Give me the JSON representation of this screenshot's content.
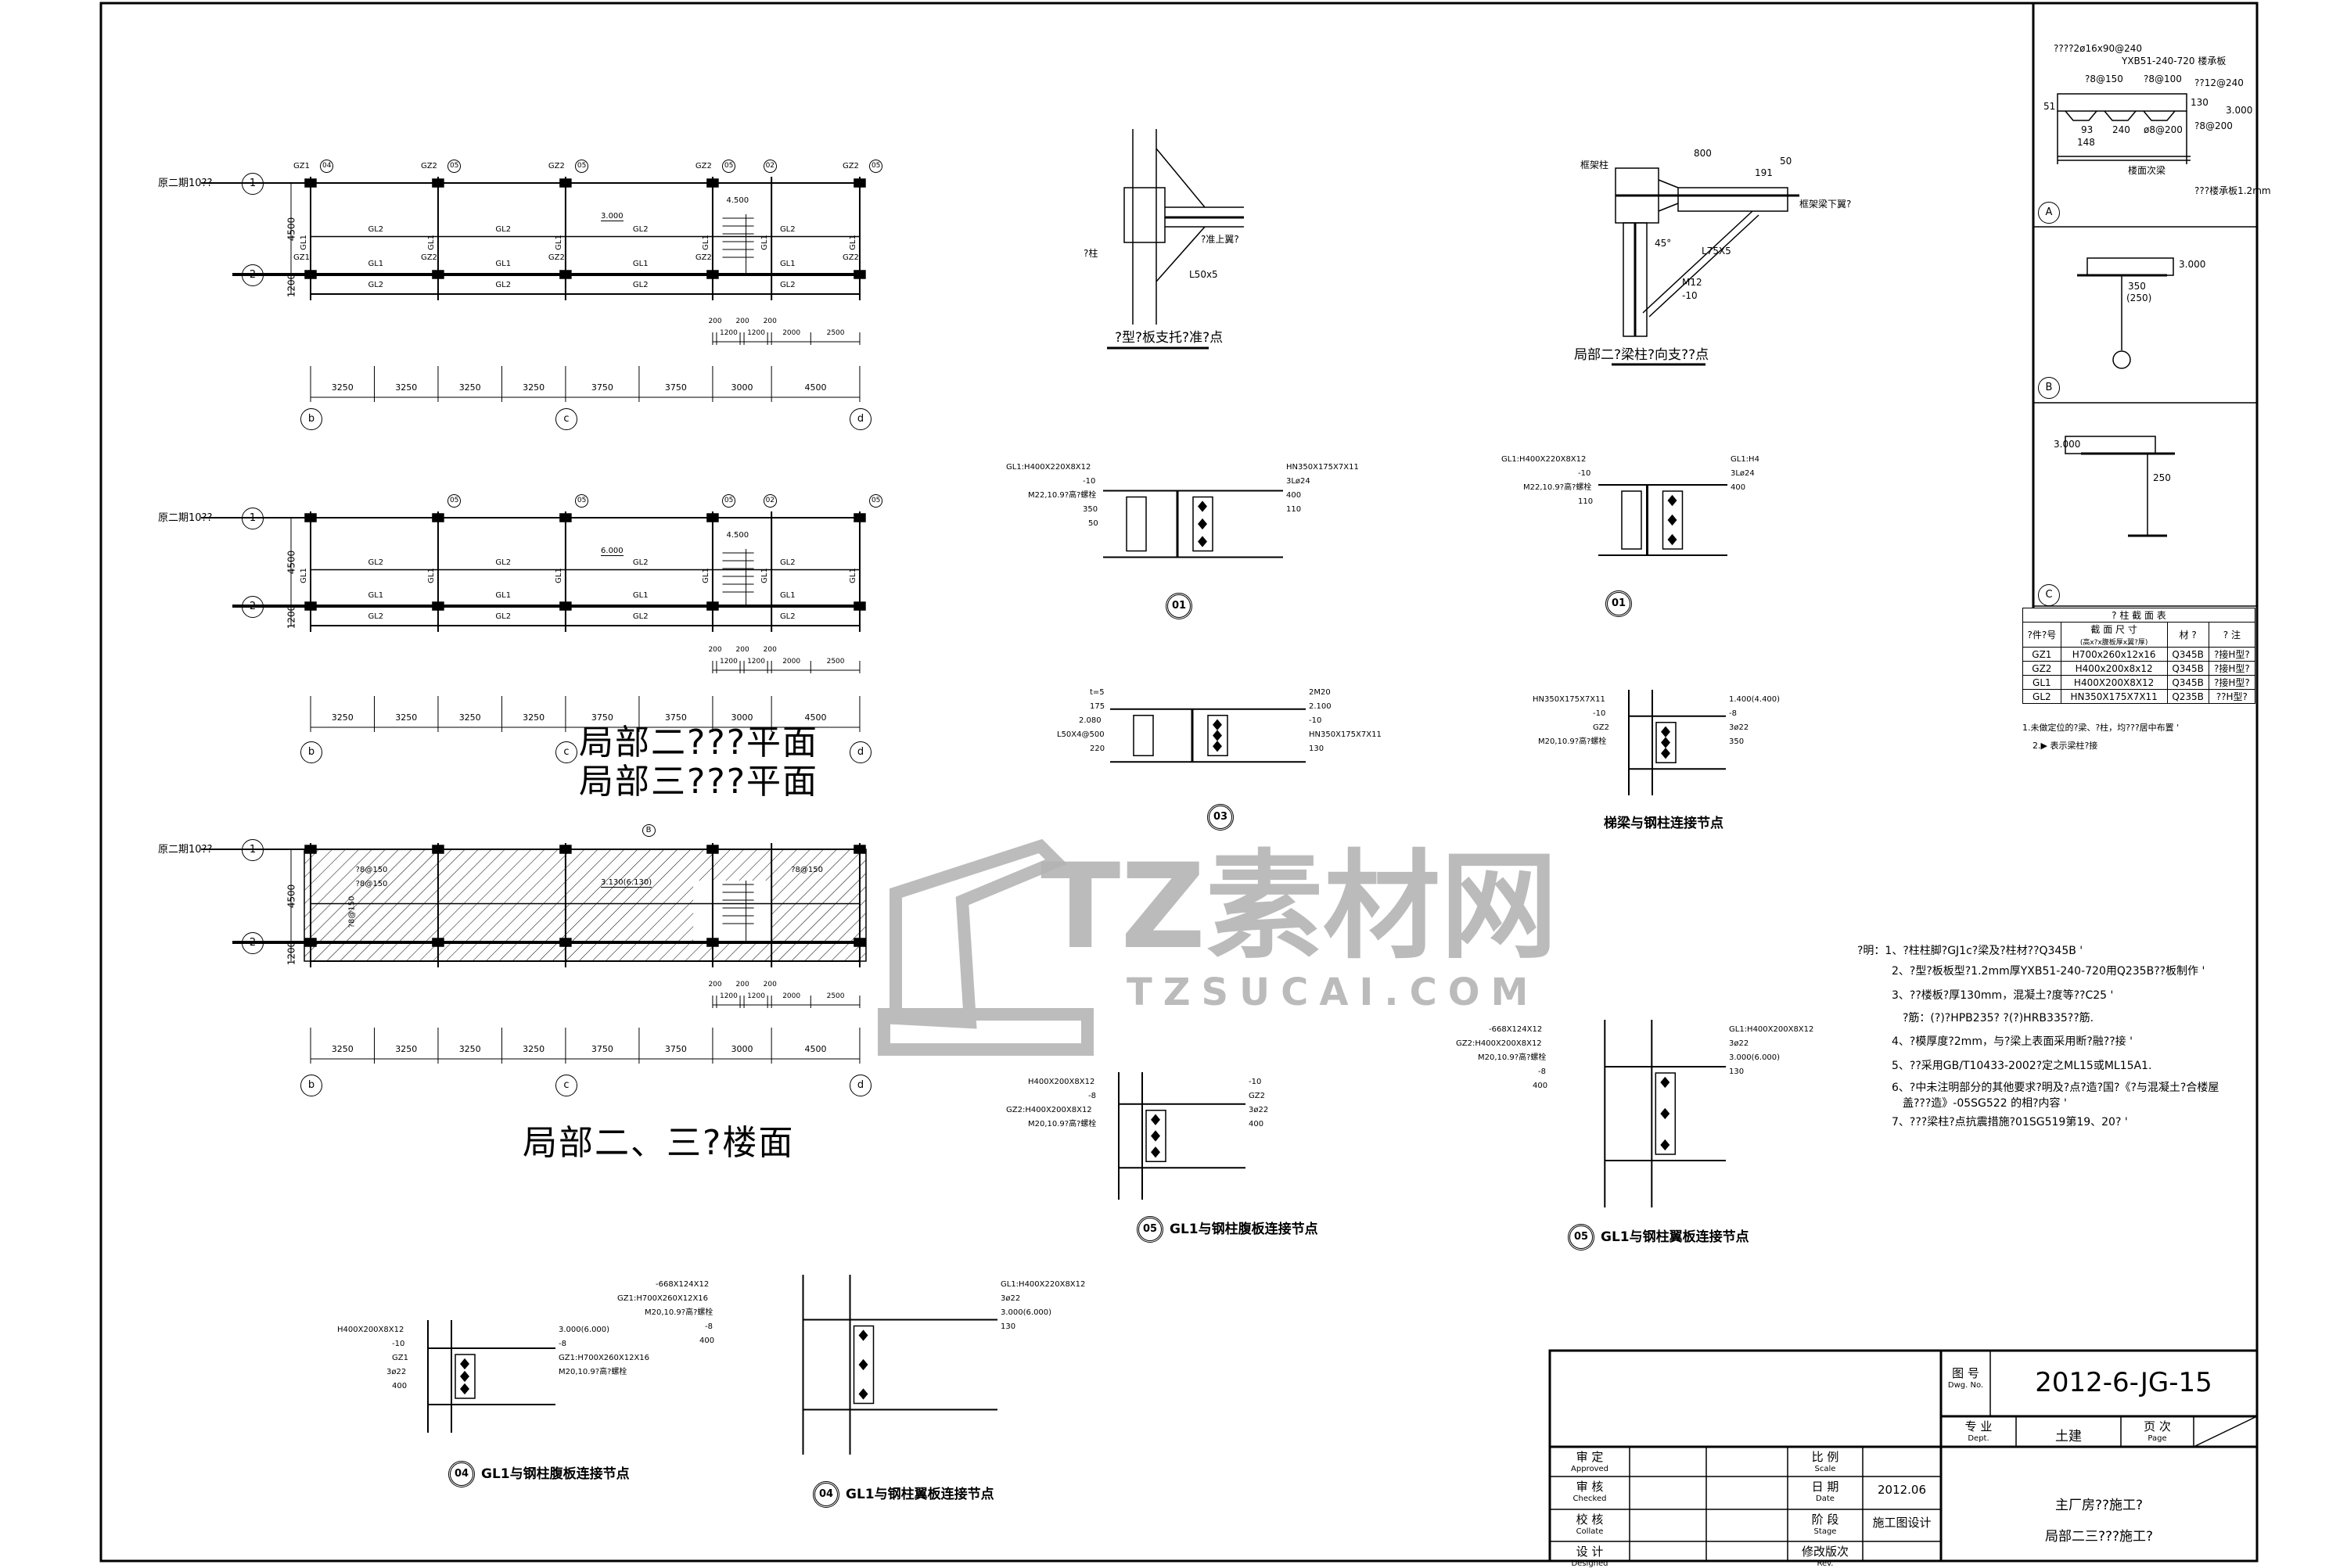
{
  "watermark": {
    "brand": "TZ素材网",
    "url": "TZSUCAI.COM"
  },
  "plans": [
    {
      "axis1_label": "原二期10??",
      "axis1_num": "1",
      "axis2_num": "2",
      "side_dims": [
        "4500",
        "1200"
      ],
      "dims": [
        "3250",
        "3250",
        "3250",
        "3250",
        "3750",
        "3750",
        "3000",
        "4500"
      ],
      "sub_dims": [
        "200",
        "1200",
        "200",
        "1200",
        "200",
        "2000",
        "2500"
      ],
      "grid": [
        "b",
        "c",
        "d"
      ],
      "col_labels": [
        "GZ1",
        "GZ2",
        "GZ2",
        "GZ2",
        "GZ2"
      ],
      "col_labels_lower": [
        "GZ1",
        "GZ2",
        "GZ2",
        "GZ2",
        "GZ2"
      ],
      "detail_tags": [
        "04",
        "05",
        "05",
        "05",
        "02",
        "05"
      ],
      "mid_beams": [
        "GL2",
        "GL2",
        "GL2",
        "GL2"
      ],
      "axis2_beams": [
        "GL1",
        "GL1",
        "GL1",
        "GL1"
      ],
      "bottom_beams": [
        "GL2",
        "GL2",
        "GL2",
        "GL2"
      ],
      "vertical_beams": [
        "GL1",
        "GL1",
        "GL1",
        "GL1",
        "GL1",
        "GL1"
      ],
      "elevation": "3.000",
      "stair_elevation": "4.500"
    },
    {
      "axis1_label": "原二期10??",
      "axis1_num": "1",
      "axis2_num": "2",
      "side_dims": [
        "4500",
        "1200"
      ],
      "dims": [
        "3250",
        "3250",
        "3250",
        "3250",
        "3750",
        "3750",
        "3000",
        "4500"
      ],
      "sub_dims": [
        "200",
        "1200",
        "200",
        "1200",
        "200",
        "2000",
        "2500"
      ],
      "grid": [
        "b",
        "c",
        "d"
      ],
      "col_labels": [
        "",
        "",
        "",
        "",
        ""
      ],
      "col_labels_lower": [
        "",
        "",
        "",
        "",
        ""
      ],
      "detail_tags": [
        "",
        "05",
        "05",
        "05",
        "02",
        "05"
      ],
      "mid_beams": [
        "GL2",
        "GL2",
        "GL2",
        "GL2"
      ],
      "axis2_beams": [
        "GL1",
        "GL1",
        "GL1",
        "GL1"
      ],
      "bottom_beams": [
        "GL2",
        "GL2",
        "GL2",
        "GL2"
      ],
      "vertical_beams": [
        "GL1",
        "GL1",
        "GL1",
        "GL1",
        "GL1",
        "GL1"
      ],
      "elevation": "6.000",
      "stair_elevation": "4.500"
    },
    {
      "axis1_label": "原二期10??",
      "axis1_num": "1",
      "axis2_num": "2",
      "side_dims": [
        "4500",
        "1200"
      ],
      "dims": [
        "3250",
        "3250",
        "3250",
        "3250",
        "3750",
        "3750",
        "3000",
        "4500"
      ],
      "sub_dims": [
        "200",
        "1200",
        "200",
        "1200",
        "200",
        "2000",
        "2500"
      ],
      "grid": [
        "b",
        "c",
        "d"
      ],
      "col_labels": [
        "",
        "",
        "",
        "",
        ""
      ],
      "col_labels_lower": [
        "",
        "",
        "",
        "",
        ""
      ],
      "detail_tags": [
        "",
        "",
        "",
        "",
        "",
        ""
      ],
      "mid_beams": [
        "",
        "",
        "",
        ""
      ],
      "axis2_beams": [
        "",
        "",
        "",
        ""
      ],
      "bottom_beams": [
        "",
        "",
        "",
        ""
      ],
      "vertical_beams": [
        "",
        "",
        "",
        "",
        "",
        ""
      ],
      "elevation": "3.130(6.130)",
      "stair_elevation": "",
      "rebar_1": "?8@150",
      "rebar_2": "?8@150",
      "rebar_3": "?8@150",
      "rebar_v": "?8@150",
      "section_tag": "B"
    }
  ],
  "plan_titles": [
    "局部二???平面",
    "局部三???平面",
    "局部二、三?楼面"
  ],
  "details": {
    "bracket": {
      "title": "?型?板支托?准?点",
      "angle": "L50x5",
      "col": "?柱",
      "note": "?准上翼?"
    },
    "brace": {
      "title": "局部二?梁柱?向支??点",
      "dim_800": "800",
      "dim_191": "191",
      "dim_50": "50",
      "angle": "L75X5",
      "bolt": "M12",
      "plate": "-10",
      "deg": "45°",
      "col": "框架柱",
      "note": "框架梁下翼?"
    },
    "d01a": {
      "tag": "01",
      "beam": "GL1:H400X220X8X12",
      "sec": "HN350X175X7X11",
      "plate": "-10",
      "holes": "3Lø24",
      "bolt": "M22,10.9?高?螺栓",
      "h400": "400",
      "h350": "350",
      "d110": "110",
      "d50": "50"
    },
    "d01b": {
      "tag": "01",
      "beam": "GL1:H400X220X8X12",
      "beam2": "GL1:H4",
      "plate": "-10",
      "holes": "3Lø24",
      "bolt": "M22,10.9?高?螺栓",
      "h400": "400",
      "d110": "110"
    },
    "d03": {
      "tag": "03",
      "t": "t=5",
      "m20": "2M20",
      "d175": "175",
      "e1": "2.100",
      "e2": "2.080",
      "plate": "-10",
      "angle": "L50X4@500",
      "sec": "HN350X175X7X11",
      "h220": "220",
      "h130": "130"
    },
    "stair": {
      "title": "梯梁与钢柱连接节点",
      "sec": "HN350X175X7X11",
      "elev": "1.400(4.400)",
      "plate": "-10",
      "p8": "-8",
      "col": "GZ2",
      "holes": "3ø22",
      "bolt": "M20,10.9?高?螺栓",
      "h350": "350"
    },
    "d05w": {
      "tag": "05",
      "title": "GL1与钢柱腹板连接节点",
      "beam": "H400X200X8X12",
      "plate": "-10",
      "p8": "-8",
      "col": "GZ2",
      "colsec": "GZ2:H400X200X8X12",
      "holes": "3ø22",
      "bolt": "M20,10.9?高?螺栓",
      "h400": "400"
    },
    "d05f": {
      "tag": "05",
      "title": "GL1与钢柱翼板连接节点",
      "plate": "-668X124X12",
      "beam": "GL1:H400X200X8X12",
      "colsec": "GZ2:H400X200X8X12",
      "holes": "3ø22",
      "bolt": "M20,10.9?高?螺栓",
      "elev": "3.000(6.000)",
      "p8": "-8",
      "d130": "130",
      "h400": "400"
    },
    "d04w": {
      "tag": "04",
      "title": "GL1与钢柱腹板连接节点",
      "beam": "H400X200X8X12",
      "elev": "3.000(6.000)",
      "plate": "-10",
      "p8": "-8",
      "col": "GZ1",
      "colsec": "GZ1:H700X260X12X16",
      "holes": "3ø22",
      "bolt": "M20,10.9?高?螺栓",
      "h400": "400"
    },
    "d04f": {
      "tag": "04",
      "title": "GL1与钢柱翼板连接节点",
      "plate": "-668X124X12",
      "beam": "GL1:H400X220X8X12",
      "colsec": "GZ1:H700X260X12X16",
      "holes": "3ø22",
      "bolt": "M20,10.9?高?螺栓",
      "elev": "3.000(6.000)",
      "p8": "-8",
      "d130": "130",
      "h400": "400"
    }
  },
  "side_details": {
    "a": {
      "tag": "A",
      "l1": "????2ø16x90@240",
      "l2": "YXB51-240-720 楼承板",
      "l3": "?8@150",
      "l4": "?8@100",
      "l5": "??12@240",
      "l6": "?8@200",
      "l7": "ø8@200",
      "l8": "???楼承板1.2mm",
      "l9": "楼面次梁",
      "d93": "93",
      "d148": "148",
      "d240": "240",
      "d130": "130",
      "d51": "51",
      "elev": "3.000"
    },
    "b": {
      "tag": "B",
      "elev": "3.000",
      "d": "350",
      "d2": "(250)"
    },
    "c": {
      "tag": "C",
      "elev": "3.000",
      "d": "250"
    }
  },
  "section_table": {
    "title": "?  柱  截  面  表",
    "headers": [
      "?件?号",
      "截 面 尺 寸",
      "材  ?",
      "?  注"
    ],
    "subheader": "(高x?x腹板厚x翼?厚)",
    "rows": [
      [
        "GZ1",
        "H700x260x12x16",
        "Q345B",
        "?接H型?"
      ],
      [
        "GZ2",
        "H400x200x8x12",
        "Q345B",
        "?接H型?"
      ],
      [
        "GL1",
        "H400X200X8X12",
        "Q345B",
        "?接H型?"
      ],
      [
        "GL2",
        "HN350X175X7X11",
        "Q235B",
        "??H型?"
      ]
    ],
    "notes": [
      "1.未做定位的?梁、?柱，均???居中布置 '",
      "2.▶ 表示梁柱?接"
    ]
  },
  "notes": [
    "?明：1、?柱柱脚?GJ1c?梁及?柱材??Q345B '",
    "2、?型?板板型?1.2mm厚YXB51-240-720用Q235B??板制作 '",
    "3、??楼板?厚130mm，混凝土?度等??C25 '",
    "?筋：(?)?HPB235?     ?(?)HRB335??筋.",
    "4、?模厚度?2mm，与?梁上表面采用断?融??接 '",
    "5、??采用GB/T10433-2002?定之ML15或ML15A1.",
    "6、?中未注明部分的其他要求?明及?点?造?国?《?与混凝土?合楼屋",
    "盖???造》-05SG522 的相?内容 '",
    "7、???梁柱?点抗震措施?01SG519第19、20? '"
  ],
  "title_block": {
    "dwg_no_label": "图 号",
    "dwg_no_en": "Dwg. No.",
    "dwg_no": "2012-6-JG-15",
    "dept_label": "专 业",
    "dept_en": "Dept.",
    "dept": "土建",
    "page_label": "页 次",
    "page_en": "Page",
    "rows": [
      {
        "label": "审 定",
        "en": "Approved",
        "label2": "比 例",
        "en2": "Scale",
        "value": ""
      },
      {
        "label": "审 核",
        "en": "Checked",
        "label2": "日 期",
        "en2": "Date",
        "value": "2012.06"
      },
      {
        "label": "校 核",
        "en": "Collate",
        "label2": "阶 段",
        "en2": "Stage",
        "value": "施工图设计"
      },
      {
        "label": "设 计",
        "en": "Designed",
        "label2": "修改版次",
        "en2": "Rev.",
        "value": ""
      }
    ],
    "project": "主厂房??施工?",
    "sheet_title": "局部二三???施工?"
  }
}
